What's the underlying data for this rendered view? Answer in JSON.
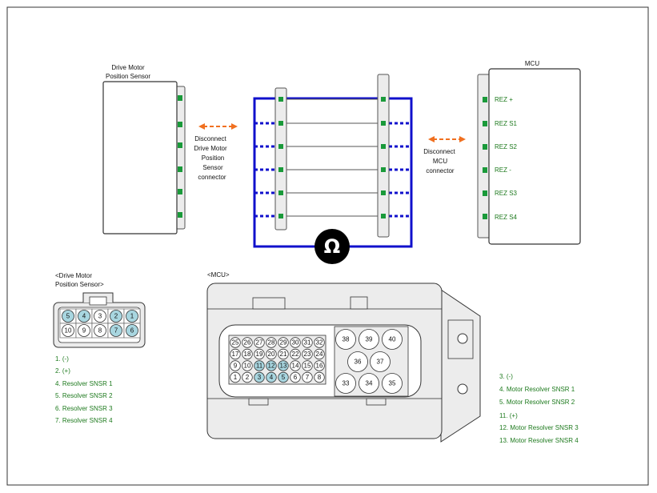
{
  "sensor": {
    "title": [
      "Drive Motor",
      "Position Sensor"
    ],
    "disconnect": [
      "Disconnect",
      "Drive Motor",
      "Position",
      "Sensor",
      "connector"
    ]
  },
  "mcu": {
    "title": "MCU",
    "pins": [
      "REZ +",
      "REZ S1",
      "REZ S2",
      "REZ -",
      "REZ S3",
      "REZ S4"
    ],
    "disconnect": [
      "Disconnect",
      "MCU",
      "connector"
    ]
  },
  "meter": {
    "symbol": "Ω"
  },
  "sensor_connector": {
    "title": [
      "<Drive Motor",
      "Position Sensor>"
    ],
    "top_row": [
      "5",
      "4",
      "3",
      "2",
      "1"
    ],
    "bottom_row": [
      "10",
      "9",
      "8",
      "7",
      "6"
    ],
    "highlighted": [
      "5",
      "4",
      "2",
      "1",
      "7",
      "6"
    ],
    "legend": [
      "1. (-)",
      "2. (+)",
      "4. Resolver SNSR 1",
      "5. Resolver SNSR 2",
      "6. Resolver SNSR 3",
      "7. Resolver SNSR 4"
    ]
  },
  "mcu_connector": {
    "title": "<MCU>",
    "rows": [
      [
        "25",
        "26",
        "27",
        "28",
        "29",
        "30",
        "31",
        "32"
      ],
      [
        "17",
        "18",
        "19",
        "20",
        "21",
        "22",
        "23",
        "24"
      ],
      [
        "9",
        "10",
        "11",
        "12",
        "13",
        "14",
        "15",
        "16"
      ],
      [
        "1",
        "2",
        "3",
        "4",
        "5",
        "6",
        "7",
        "8"
      ]
    ],
    "highlighted": [
      "11",
      "12",
      "13",
      "3",
      "4",
      "5"
    ],
    "large_pins": [
      "38",
      "39",
      "40",
      "36",
      "37",
      "33",
      "34",
      "35"
    ],
    "legend": [
      "3. (-)",
      "4. Motor Resolver SNSR 1",
      "5. Motor Resolver SNSR 2",
      "11. (+)",
      "12. Motor Resolver SNSR 3",
      "13. Motor Resolver SNSR 4"
    ]
  },
  "colors": {
    "wire": "#1010cc",
    "arrow": "#f07020",
    "terminal": "#1a9a3a",
    "highlight": "#a8d6e0",
    "legend_text": "#1e7a1e",
    "connector_fill": "#ececec"
  }
}
